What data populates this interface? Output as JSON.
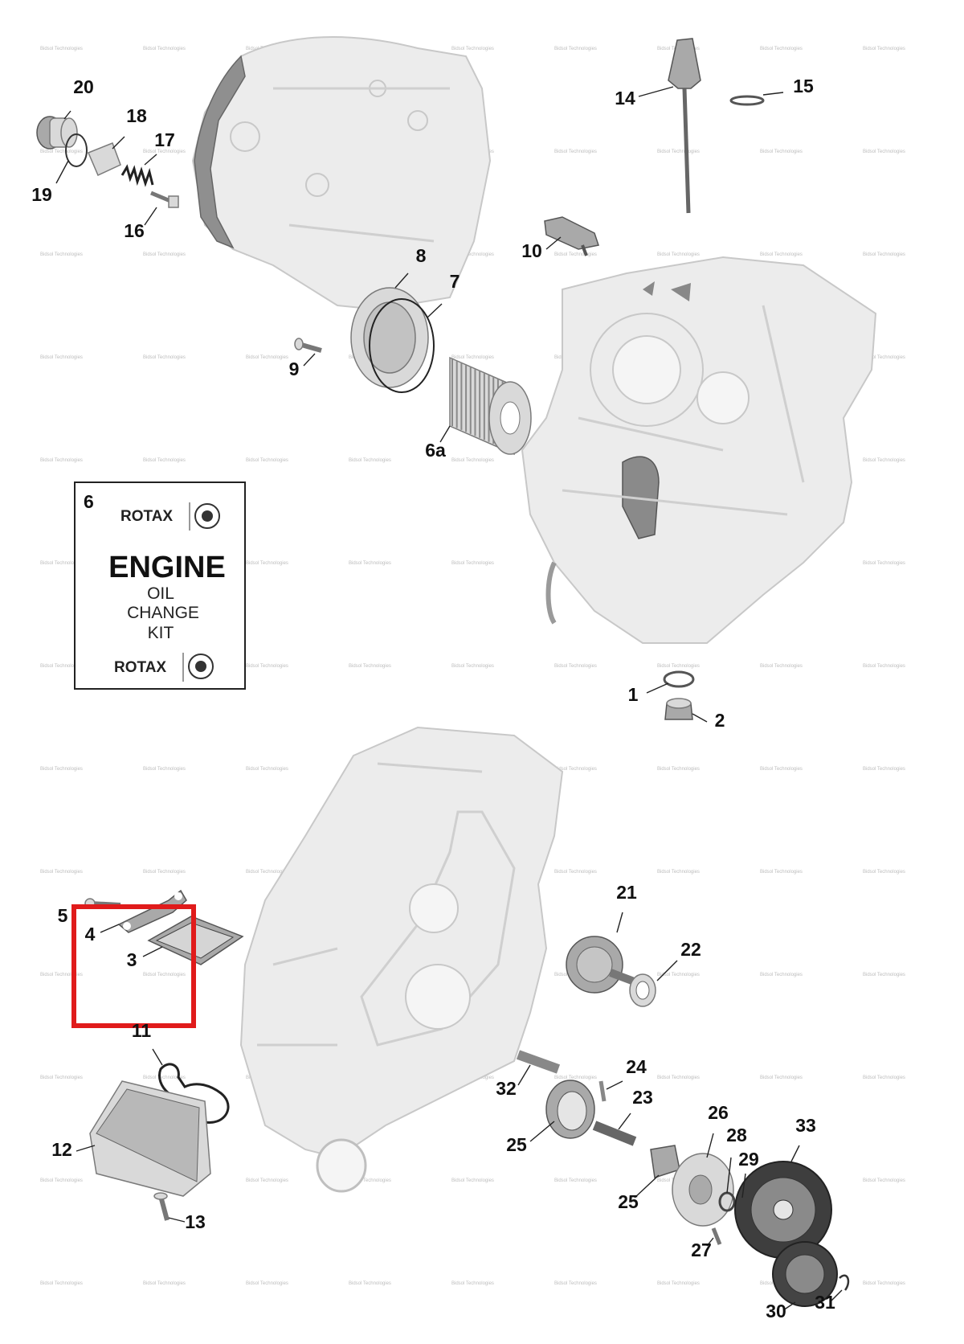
{
  "diagram": {
    "callouts": [
      "20",
      "18",
      "17",
      "19",
      "16",
      "14",
      "15",
      "10",
      "8",
      "7",
      "9",
      "6a",
      "1",
      "2",
      "21",
      "22",
      "5",
      "4",
      "3",
      "11",
      "24",
      "23",
      "26",
      "28",
      "33",
      "32",
      "25",
      "25",
      "29",
      "12",
      "13",
      "27",
      "30",
      "31"
    ],
    "kit": {
      "number": "6",
      "brand": "ROTAX",
      "title": "ENGINE",
      "line1": "OIL",
      "line2": "CHANGE",
      "line3": "KIT"
    },
    "highlight_color": "#e01b1b",
    "watermark": "Bidsol Technologies"
  }
}
